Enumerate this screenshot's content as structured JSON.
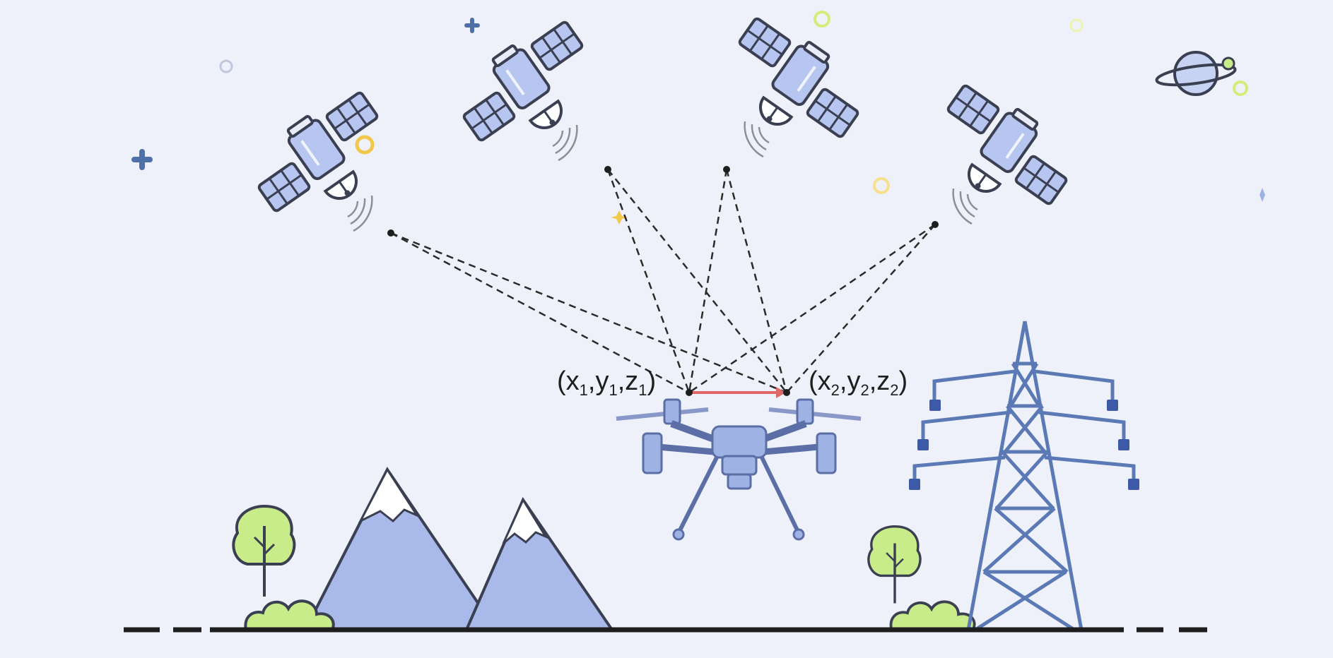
{
  "diagram": {
    "labels": {
      "point1": {
        "x": "x",
        "y": "y",
        "z": "z",
        "index": "1"
      },
      "point2": {
        "x": "x",
        "y": "y",
        "z": "z",
        "index": "2"
      }
    },
    "colors": {
      "background": "#eef1f9",
      "satellite_body": "#b7c6f0",
      "outline": "#3b3f52",
      "drone": "#9fb2e4",
      "mountain": "#a9b9ea",
      "snow": "#ffffff",
      "tree": "#c9ec8a",
      "tower": "#5b79b5",
      "arrow": "#e06868",
      "dashed_line": "#2a2a2a"
    },
    "icons": [
      "satellite-icon",
      "drone-icon",
      "mountain-icon",
      "tree-icon",
      "bush-icon",
      "power-tower-icon",
      "planet-icon",
      "star-icon"
    ]
  }
}
